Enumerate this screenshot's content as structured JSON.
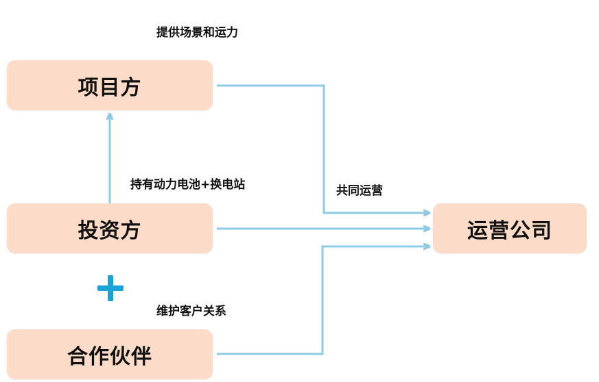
{
  "nodes": {
    "project": "项目方",
    "investor": "投资方",
    "partner": "合作伙伴",
    "operator": "运营公司"
  },
  "labels": {
    "scene": "提供场景和运力",
    "hold": "持有动力电池+换电站",
    "maintain": "维护客户关系",
    "joint": "共同运营"
  },
  "icons": {
    "plus": "plus-icon"
  },
  "colors": {
    "node_fill": "#fcdcc8",
    "connector": "#8ec9e6",
    "plus": "#1aa3d6"
  }
}
